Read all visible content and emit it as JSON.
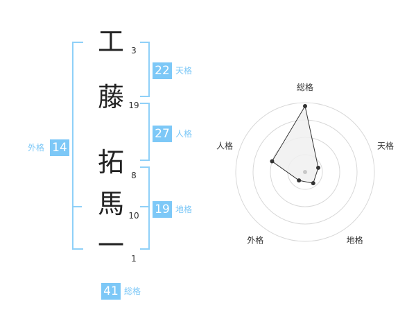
{
  "name_chars": [
    {
      "char": "工",
      "strokes": "3"
    },
    {
      "char": "藤",
      "strokes": "19"
    },
    {
      "char": "拓",
      "strokes": "8"
    },
    {
      "char": "馬",
      "strokes": "10"
    },
    {
      "char": "一",
      "strokes": "1"
    }
  ],
  "fortunes": {
    "tenkaku": {
      "label": "天格",
      "value": "22"
    },
    "jinkaku": {
      "label": "人格",
      "value": "27"
    },
    "chikaku": {
      "label": "地格",
      "value": "19"
    },
    "gaikaku": {
      "label": "外格",
      "value": "14"
    },
    "soukaku": {
      "label": "総格",
      "value": "41"
    }
  },
  "colors": {
    "accent": "#7dc8f7",
    "bracket": "#8fd0f8",
    "text": "#222222"
  },
  "chart_data": {
    "type": "radar",
    "axes": [
      "総格",
      "天格",
      "地格",
      "外格",
      "人格"
    ],
    "values": [
      0.95,
      0.2,
      0.2,
      0.15,
      0.5
    ],
    "rings": 4,
    "range": [
      0,
      1
    ]
  }
}
